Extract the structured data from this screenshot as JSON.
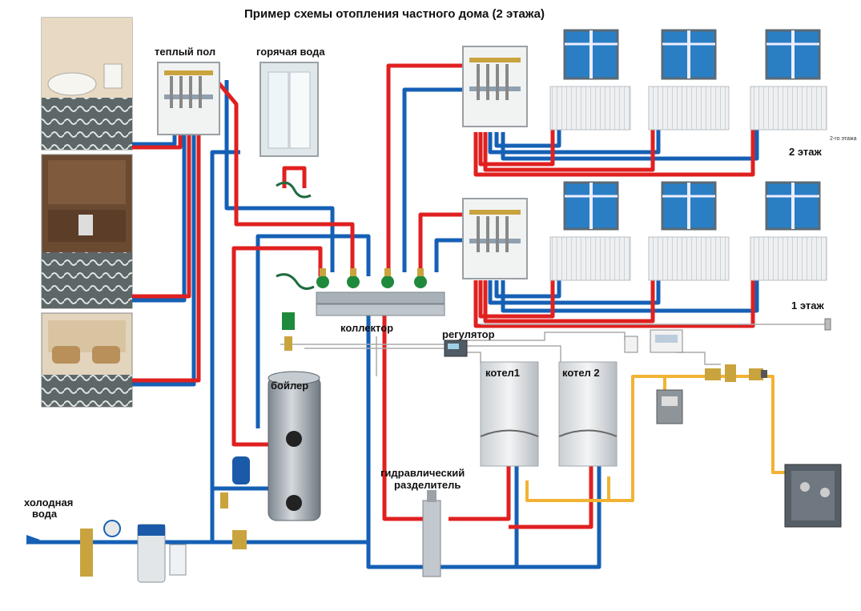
{
  "title": "Пример схемы отопления частного дома (2 этажа)",
  "labels": {
    "warm_floor": "теплый пол",
    "hot_water": "горячая вода",
    "floor2": "2 этаж",
    "floor1": "1 этаж",
    "collector": "коллектор",
    "regulator": "регулятор",
    "boiler": "бойлер",
    "boiler1": "котел1",
    "boiler2": "котел 2",
    "cold_water_1": "холодная",
    "cold_water_2": "вода",
    "hydraulic_1": "гидравлический",
    "hydraulic_2": "разделитель",
    "tiny_note": "2-го этажа"
  },
  "colors": {
    "hot_pipe": "#e02020",
    "cold_pipe": "#1560b5",
    "gas_pipe": "#f2b233",
    "control_wire": "#aaaaaa",
    "radiator": "#e9ecee",
    "window": "#2a7fc4",
    "boiler_tank": "#9aa3ab"
  },
  "icons": [
    "bathroom-photo",
    "kitchen-photo",
    "living-room-photo",
    "manifold-cabinet",
    "shower-cabin",
    "window",
    "radiator",
    "circulation-pump",
    "indirect-boiler-tank",
    "gas-boiler",
    "gas-meter",
    "thermostat",
    "expansion-tank",
    "water-filter",
    "water-softener",
    "hydraulic-separator",
    "gas-cabinet"
  ]
}
